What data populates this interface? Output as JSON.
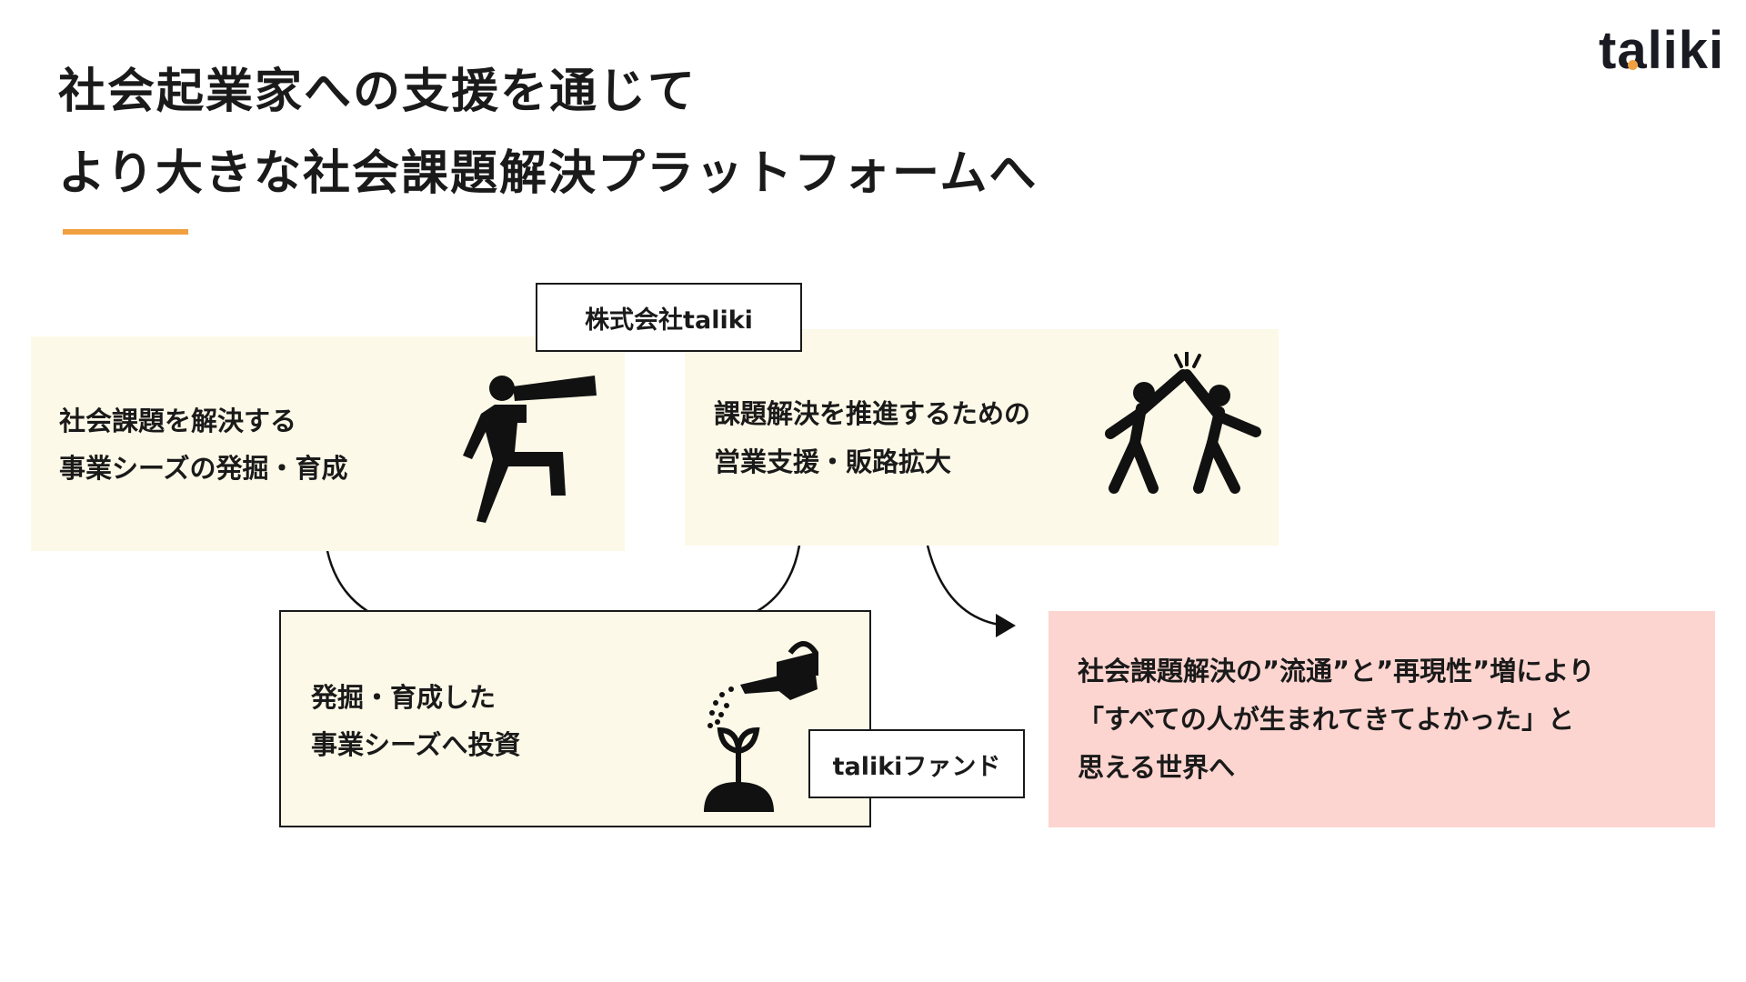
{
  "title": {
    "line1": "社会起業家への支援を通じて",
    "line2": "より大きな社会課題解決プラットフォームへ"
  },
  "logo": "taliki",
  "accent_color": "#f0a040",
  "company_tag": "株式会社taliki",
  "fund_tag": "talikiファンド",
  "boxes": {
    "discover": {
      "line1": "社会課題を解決する",
      "line2": "事業シーズの発掘・育成",
      "icon": "telescope-person-icon"
    },
    "support": {
      "line1": "課題解決を推進するための",
      "line2": "営業支援・販路拡大",
      "icon": "high-five-icon"
    },
    "invest": {
      "line1": "発掘・育成した",
      "line2": "事業シーズへ投資",
      "icon": "watering-sprout-icon"
    },
    "vision": {
      "line1": "社会課題解決の”流通”と”再現性”増により",
      "line2": "「すべての人が生まれてきてよかった」と",
      "line3": "思える世界へ"
    }
  }
}
